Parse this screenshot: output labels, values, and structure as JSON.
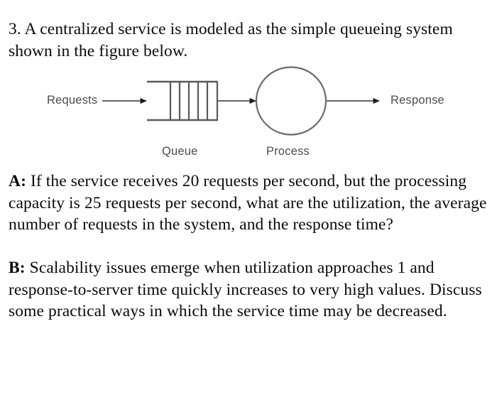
{
  "document": {
    "question_number": "3.",
    "intro": "3. A centralized service is modeled as the simple queueing system shown in the figure below.",
    "parts": {
      "a_label": "A:",
      "a_text": " If the service receives 20 requests per second, but the processing capacity is 25 requests per second, what are the utilization, the average number of requests in the system, and the response time?",
      "b_label": "B:",
      "b_text": " Scalability issues emerge when utilization approaches 1 and response-to-server time quickly increases to very high values. Discuss some practical ways in which the service time may be decreased."
    }
  },
  "figure": {
    "caption_requests": "Requests",
    "caption_response": "Response",
    "caption_queue": "Queue",
    "caption_process": "Process",
    "colors": {
      "line": "#6e6e6e",
      "arrowhead": "#1a1a1a",
      "shape_stroke": "#595959",
      "label_text": "#4d4d4d"
    },
    "queue_slot_dividers": 6
  },
  "given_values": {
    "arrival_rate_requests_per_second": 20,
    "service_capacity_requests_per_second": 25,
    "utilization_threshold": 1
  }
}
